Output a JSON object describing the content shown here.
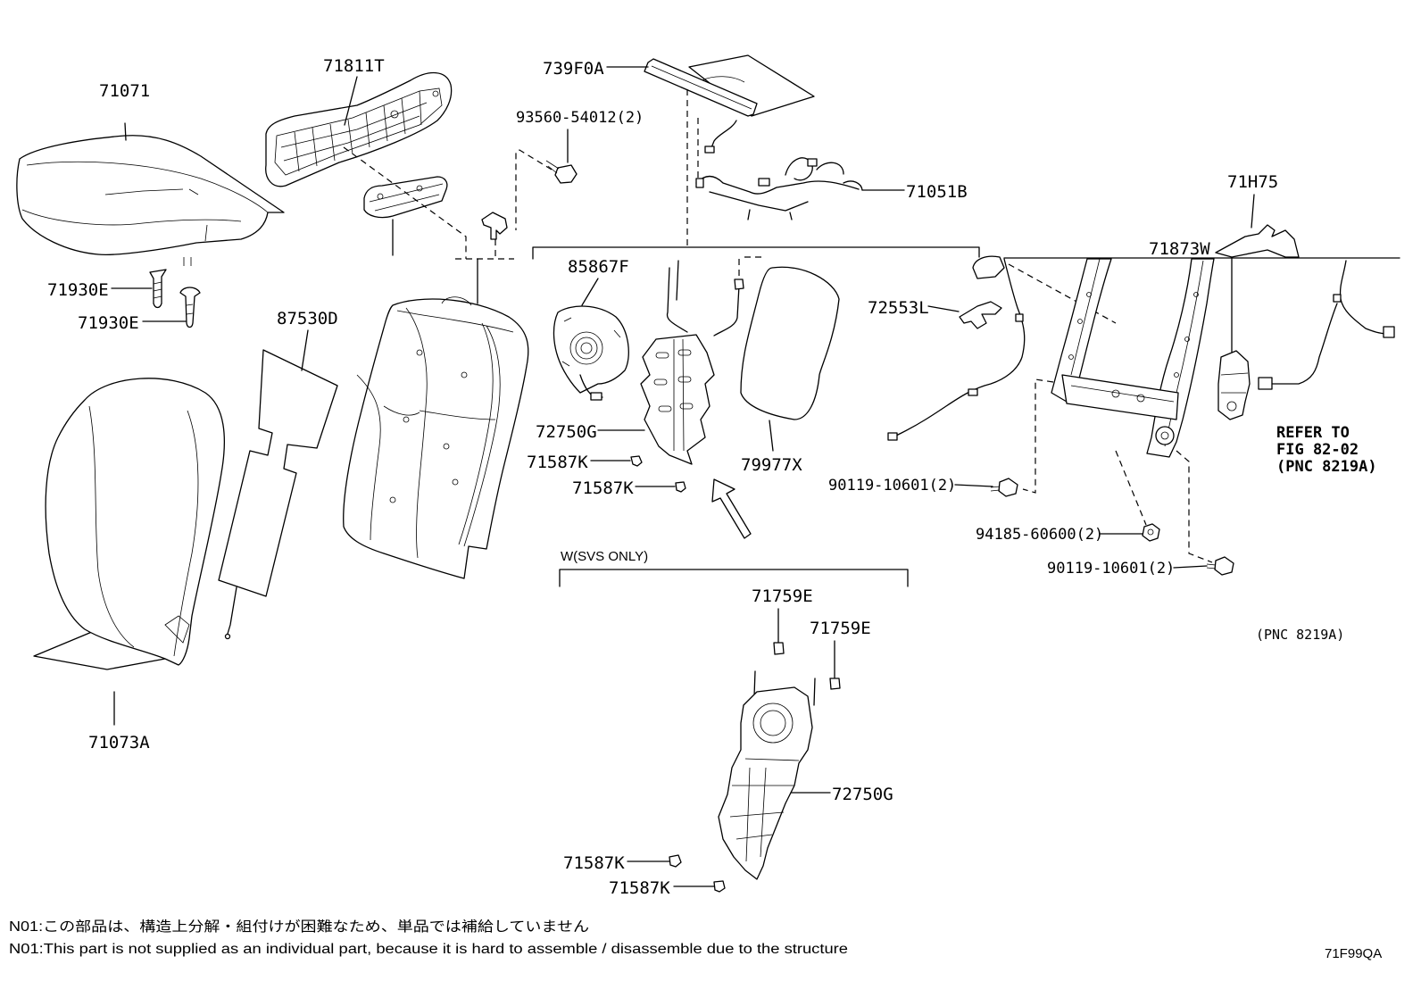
{
  "callouts": [
    "71071",
    "71811T",
    "739F0A",
    "93560-54012(2)",
    "71051B",
    "71H75",
    "71873W",
    "71930E",
    "71930E",
    "87530D",
    "85867F",
    "72553L",
    "72750G",
    "71587K",
    "71587K",
    "79977X",
    "90119-10601(2)",
    "94185-60600(2)",
    "90119-10601(2)",
    "71759E",
    "71759E",
    "71073A",
    "72750G",
    "71587K",
    "71587K"
  ],
  "reference": {
    "line1": "REFER TO",
    "line2": "FIG 82-02",
    "line3": "(PNC 8219A)"
  },
  "pnc_note": "(PNC 8219A)",
  "variant_label": "W(SVS ONLY)",
  "notes": [
    "N01:この部品は、構造上分解・組付けが困難なため、単品では補給していません",
    "N01:This part is not supplied as an individual part, because it is hard to assemble / disassemble due to the structure"
  ],
  "figure_code": "71F99QA"
}
